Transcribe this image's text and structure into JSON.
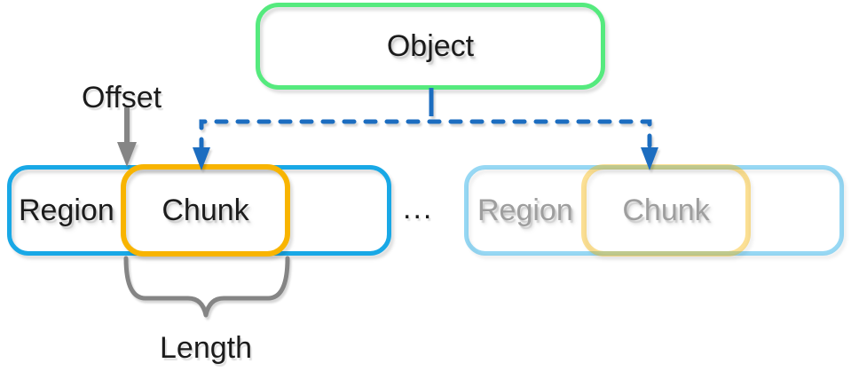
{
  "diagram": {
    "background_color": "#FFFFFF",
    "text_color": "#1B1B1B",
    "connector_color": "#1C6DC0",
    "annotation_color": "#858585",
    "object": {
      "label": "Object",
      "border_color": "#55EA7E"
    },
    "left_group": {
      "region_label": "Region",
      "chunk_label": "Chunk",
      "region_border_color": "#18A8E6",
      "chunk_border_color": "#F8B400",
      "text_color": "#1B1B1B"
    },
    "right_group": {
      "region_label": "Region",
      "chunk_label": "Chunk",
      "region_border_color": "rgba(24,168,230,0.45)",
      "chunk_border_color": "rgba(248,180,0,0.42)",
      "text_color": "#9E9E9E"
    },
    "ellipsis": "...",
    "annotations": {
      "offset_label": "Offset",
      "length_label": "Length"
    }
  }
}
